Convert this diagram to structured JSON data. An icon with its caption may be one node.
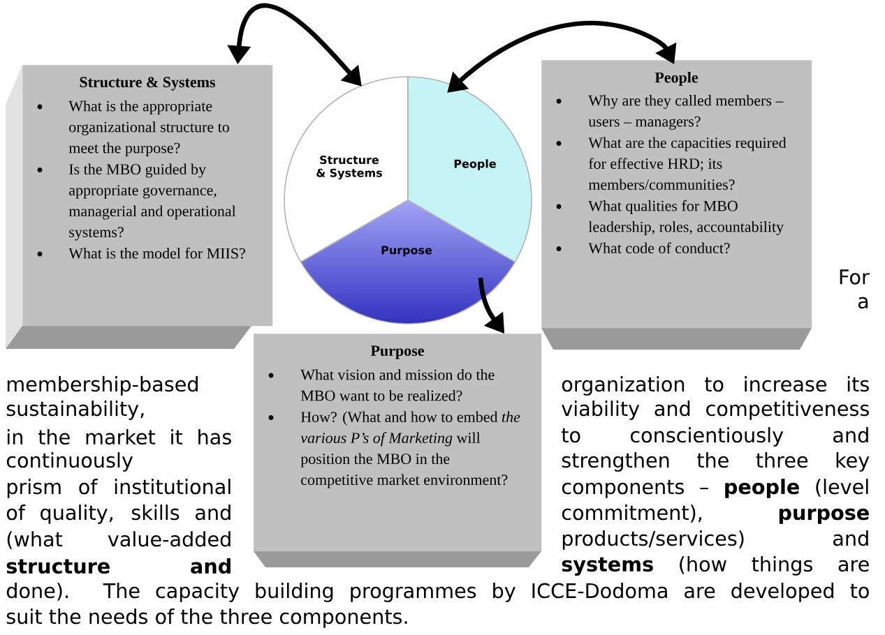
{
  "diagram": {
    "nodes": [
      {
        "text": [
          "Structure & Systems",
          "What is the appropriate organizational structure to meet the purpose?",
          "Is the MBO guided by appropriate governance, managerial and operational systems?",
          "What is the model for MIIS?"
        ]
      },
      {
        "text": [
          "Structure & Systems"
        ]
      },
      {
        "text": [
          "People"
        ]
      },
      {
        "text": [
          "Purpose"
        ]
      },
      {
        "text": [
          "People",
          "Why are they called members – users – managers?",
          "What are the capacities required for effective HRD; its members/communities?",
          "What qualities for MBO leadership, roles, accountability",
          "What code of conduct?"
        ]
      },
      {
        "text": [
          "Purpose",
          "What vision and mission do the MBO want to be realized?",
          "How? (What and how to embed *the various P’s of Marketing* will position the MBO in the competitive market environment?"
        ]
      }
    ],
    "edges": [
      {
        "from": 0,
        "to": 1,
        "arrow": "both"
      },
      {
        "from": 2,
        "to": 4,
        "arrow": "both"
      },
      {
        "from": 3,
        "to": 5,
        "arrow": "to"
      }
    ],
    "labels": [
      "For",
      "a",
      "membership-based",
      "organization to increase its",
      "sustainability,",
      "viability and competitiveness",
      "in the market it has",
      "to conscientiously and",
      "continuously",
      "strengthen the three key",
      "prism of institutional",
      "components – **people** (level",
      "of quality, skills and",
      "commitment), **purpose**",
      "(what value-added",
      "products/services) and",
      "structure and",
      "**systems** (how things are",
      "done). The capacity building programmes by ICCE-Dodoma are developed to",
      "suit the needs of the three components."
    ]
  }
}
